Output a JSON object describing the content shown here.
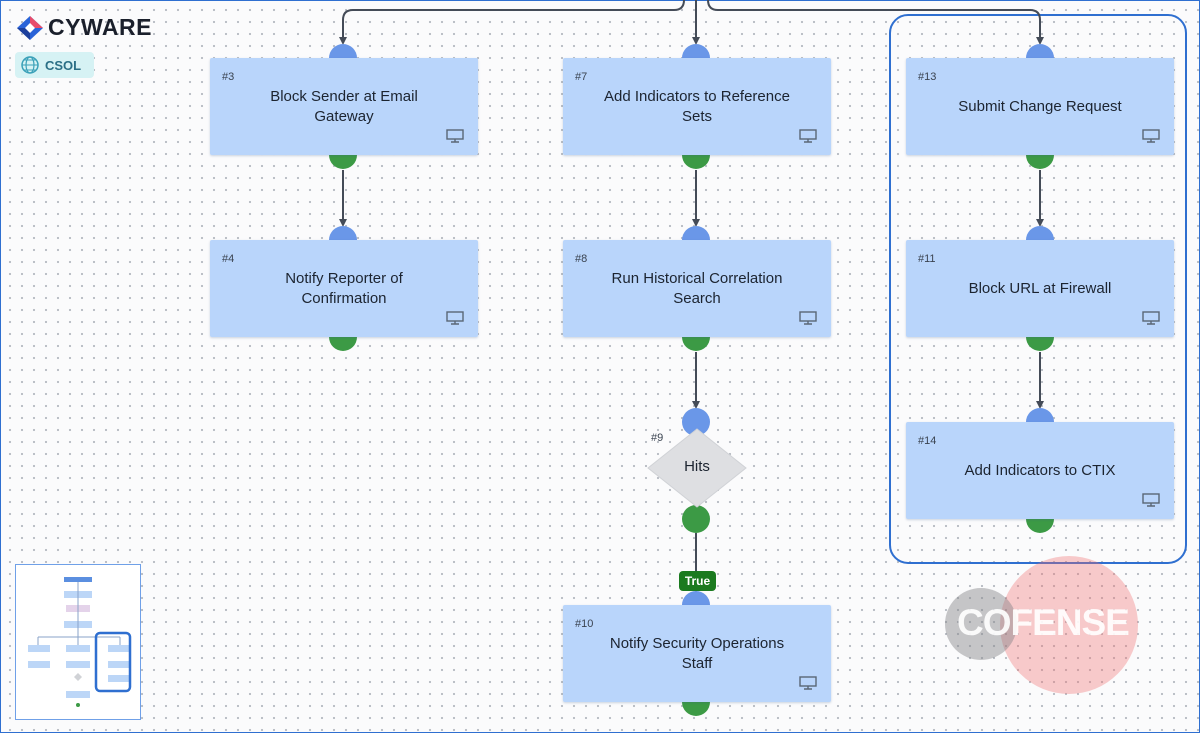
{
  "logo": {
    "text": "CYWARE",
    "icon": "cyware-diamond-icon"
  },
  "badge": {
    "text": "CSOL",
    "icon": "globe-network-icon"
  },
  "colors": {
    "node_fill": "#b9d5fb",
    "input_port": "#6a97e8",
    "output_port": "#3c9a45",
    "group_border": "#2f6fd0",
    "true_badge": "#1b7a1f",
    "decision_fill": "#dedfe2"
  },
  "nodes": {
    "n3": {
      "num": "#3",
      "label": "Block Sender at Email Gateway"
    },
    "n4": {
      "num": "#4",
      "label": "Notify Reporter of Confirmation"
    },
    "n7": {
      "num": "#7",
      "label": "Add Indicators to Reference Sets"
    },
    "n8": {
      "num": "#8",
      "label": "Run Historical Correlation Search"
    },
    "n10": {
      "num": "#10",
      "label": "Notify Security Operations Staff"
    },
    "n13": {
      "num": "#13",
      "label": "Submit Change Request"
    },
    "n11": {
      "num": "#11",
      "label": "Block URL at Firewall"
    },
    "n14": {
      "num": "#14",
      "label": "Add Indicators to CTIX"
    }
  },
  "decision": {
    "num": "#9",
    "label": "Hits",
    "branch_label": "True"
  },
  "watermark": {
    "text": "COFENSE"
  },
  "node_icon": "monitor-icon"
}
